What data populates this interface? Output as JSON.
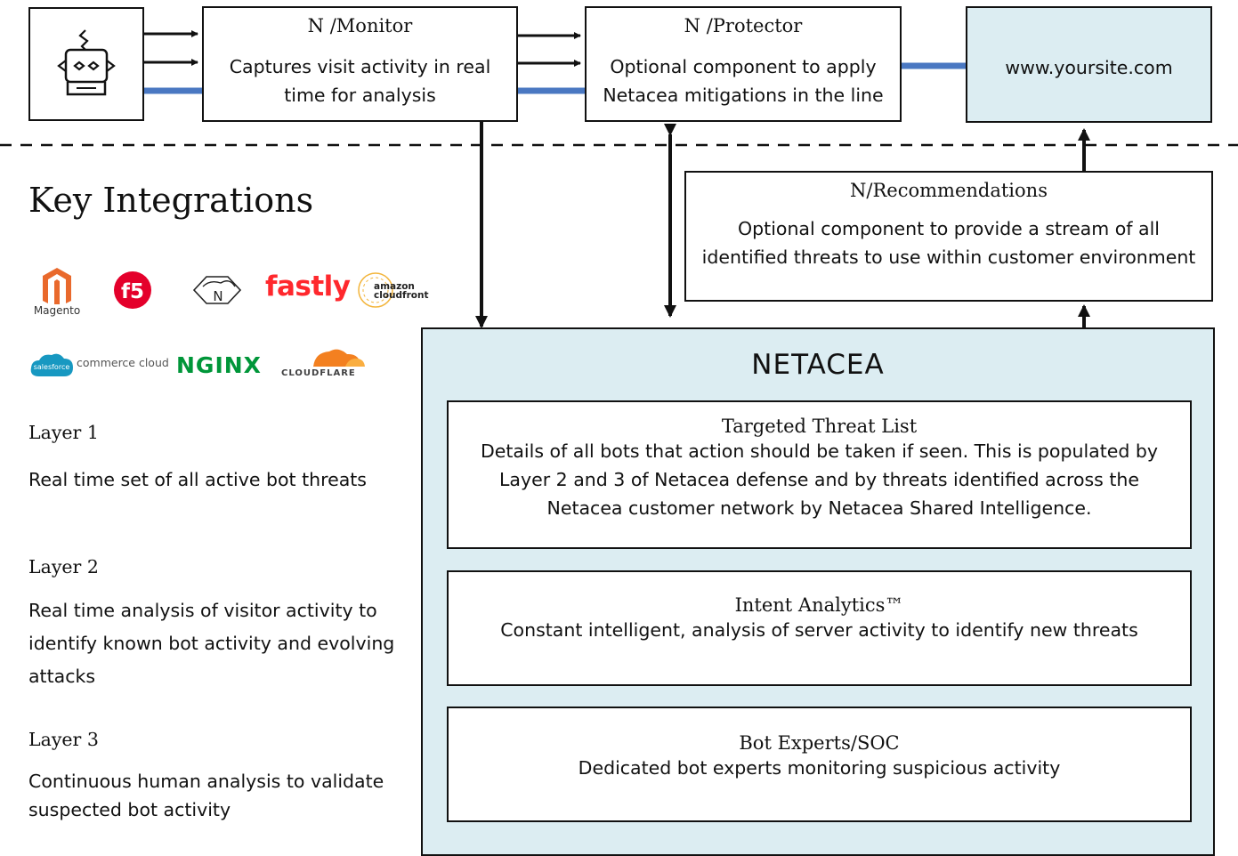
{
  "monitor": {
    "title": "N /Monitor",
    "desc": "Captures visit activity in real time for analysis"
  },
  "protector": {
    "title": "N /Protector",
    "desc": "Optional component to apply Netacea mitigations in the line"
  },
  "site": {
    "label": "www.yoursite.com"
  },
  "recommendations": {
    "title": "N/Recommendations",
    "desc": "Optional component to provide a stream of all identified threats to use within customer environment"
  },
  "integrations": {
    "heading": "Key Integrations",
    "logos": [
      {
        "name": "magento-logo",
        "text": "Magento"
      },
      {
        "name": "f5-logo",
        "text": "f5"
      },
      {
        "name": "netacea-cloud-logo",
        "text": "N"
      },
      {
        "name": "fastly-logo",
        "text": "fastly"
      },
      {
        "name": "amazon-cloudfront-logo",
        "text": "amazon cloudfront"
      },
      {
        "name": "salesforce-commerce-cloud-logo",
        "text": "salesforce commerce cloud"
      },
      {
        "name": "nginx-logo",
        "text": "NGINX"
      },
      {
        "name": "cloudflare-logo",
        "text": "CLOUDFLARE"
      }
    ]
  },
  "layers": [
    {
      "title": "Layer 1",
      "desc": "Real time set of all active bot threats"
    },
    {
      "title": "Layer 2",
      "desc": "Real time analysis of visitor activity to identify known bot activity and evolving attacks"
    },
    {
      "title": "Layer 3",
      "desc": "Continuous human analysis to validate suspected bot activity"
    }
  ],
  "netacea": {
    "brand": "NETACEA",
    "components": [
      {
        "title": "Targeted Threat List",
        "desc": "Details of all bots that action should be taken if seen. This is populated by Layer 2 and 3 of Netacea defense and by threats identified across the Netacea customer network by Netacea Shared Intelligence."
      },
      {
        "title": "Intent Analytics™",
        "desc": "Constant intelligent, analysis of server activity to identify new threats"
      },
      {
        "title": "Bot Experts/SOC",
        "desc": "Dedicated bot experts monitoring suspicious activity"
      }
    ]
  },
  "colors": {
    "accent_blue": "#4a78c2",
    "panel_fill": "#dcedf2",
    "border": "#111111"
  }
}
